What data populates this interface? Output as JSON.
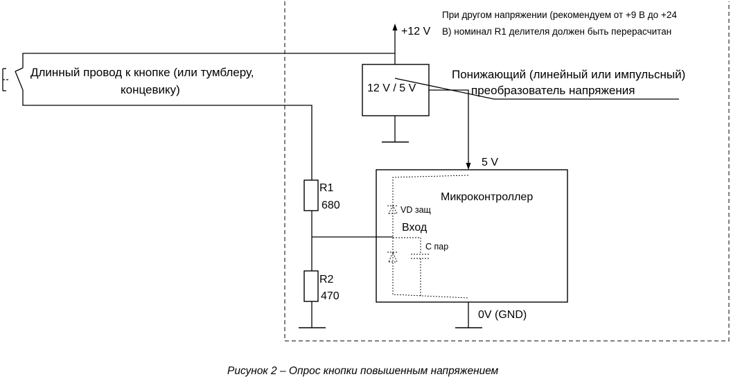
{
  "note": {
    "line1": "При другом напряжении (рекомендуем от +9 В до +24",
    "line2": "В) номинал R1 делителя должен быть перерасчитан"
  },
  "supply": {
    "label": "+12 V"
  },
  "wire_label": {
    "line1": "Длинный провод к кнопке (или тумблеру,",
    "line2": "концевику)"
  },
  "converter": {
    "label": "12 V / 5 V",
    "desc_line1": "Понижающий (линейный или импульсный)",
    "desc_line2": "преобразователь напряжения"
  },
  "rail_5v": {
    "label": "5 V"
  },
  "mcu": {
    "title": "Микроконтроллер",
    "input_label": "Вход",
    "diode_label": "VD защ",
    "cap_label": "C пар"
  },
  "r1": {
    "name": "R1",
    "value": "680"
  },
  "r2": {
    "name": "R2",
    "value": "470"
  },
  "ground": {
    "label": "0V (GND)"
  },
  "caption": "Рисунок 2 – Опрос кнопки повышенным напряжением"
}
